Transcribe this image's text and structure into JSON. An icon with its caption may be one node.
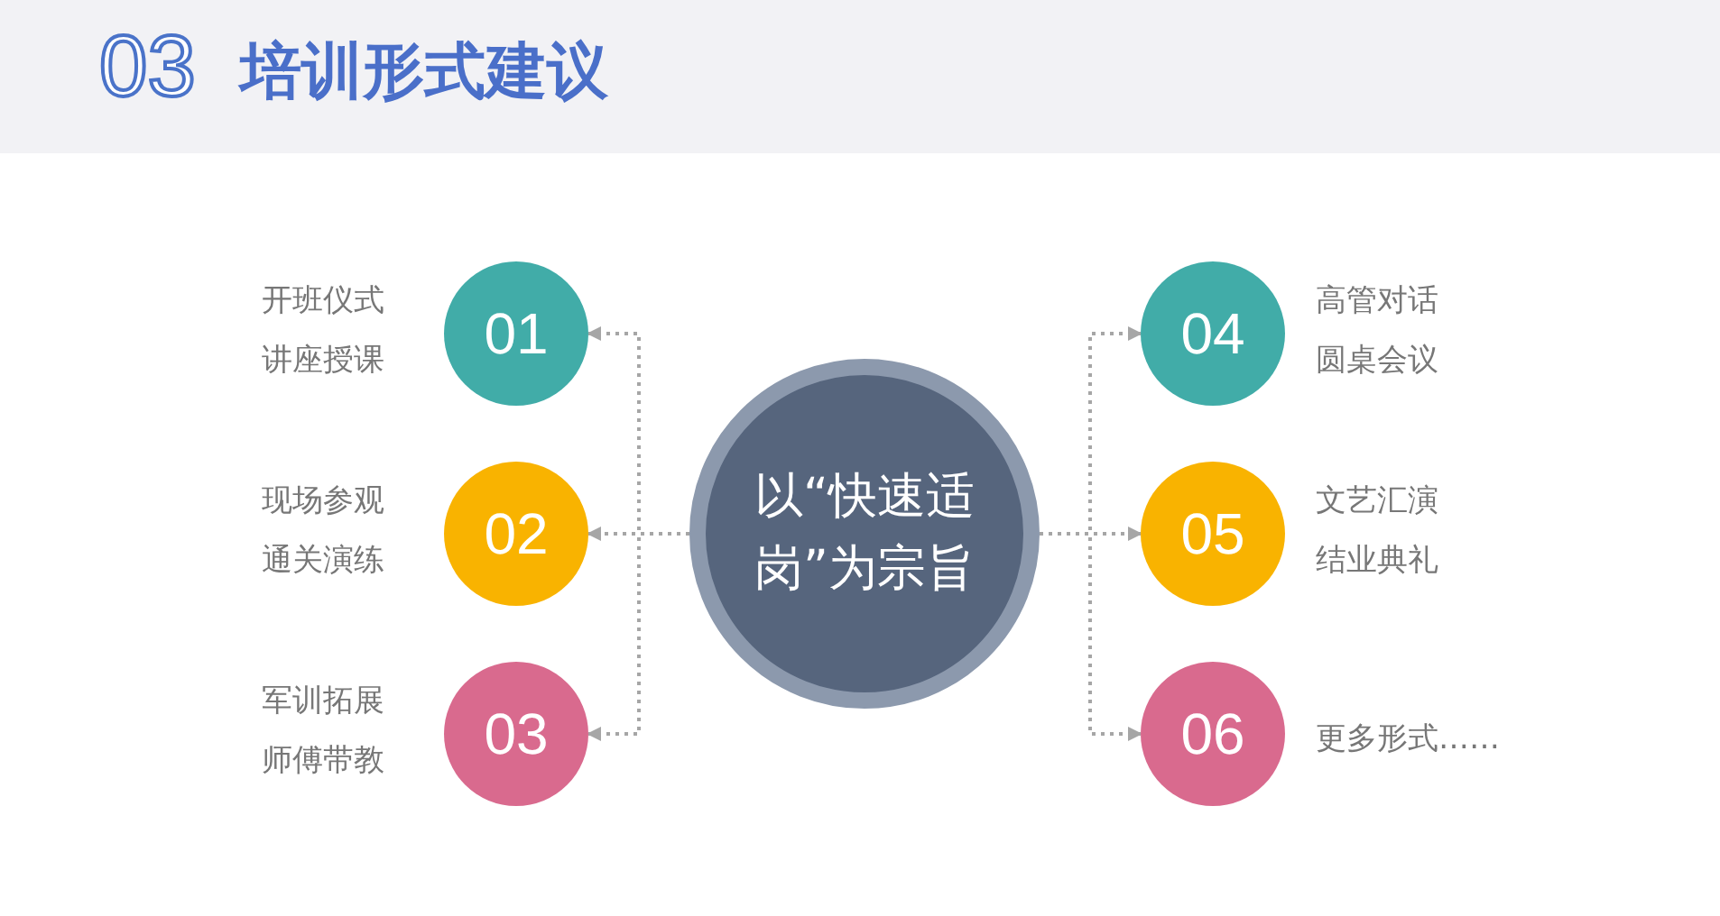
{
  "diagram": {
    "title": "培训形式建议",
    "labels": [
      "03"
    ],
    "nodes": [
      {
        "text": [
          "以“快速适岗”为宗旨"
        ]
      },
      {
        "text": [
          "01"
        ],
        "beside": [
          "开班仪式",
          "讲座授课"
        ]
      },
      {
        "text": [
          "02"
        ],
        "beside": [
          "现场参观",
          "通关演练"
        ]
      },
      {
        "text": [
          "03"
        ],
        "beside": [
          "军训拓展",
          "师傅带教"
        ]
      },
      {
        "text": [
          "04"
        ],
        "beside": [
          "高管对话",
          "圆桌会议"
        ]
      },
      {
        "text": [
          "05"
        ],
        "beside": [
          "文艺汇演",
          "结业典礼"
        ]
      },
      {
        "text": [
          "06"
        ],
        "beside": [
          "更多形式……"
        ]
      }
    ],
    "edges": [
      {
        "from": 0,
        "to": 1,
        "arrow": "to"
      },
      {
        "from": 0,
        "to": 2,
        "arrow": "to"
      },
      {
        "from": 0,
        "to": 3,
        "arrow": "to"
      },
      {
        "from": 0,
        "to": 4,
        "arrow": "to"
      },
      {
        "from": 0,
        "to": 5,
        "arrow": "to"
      },
      {
        "from": 0,
        "to": 6,
        "arrow": "to"
      }
    ]
  }
}
